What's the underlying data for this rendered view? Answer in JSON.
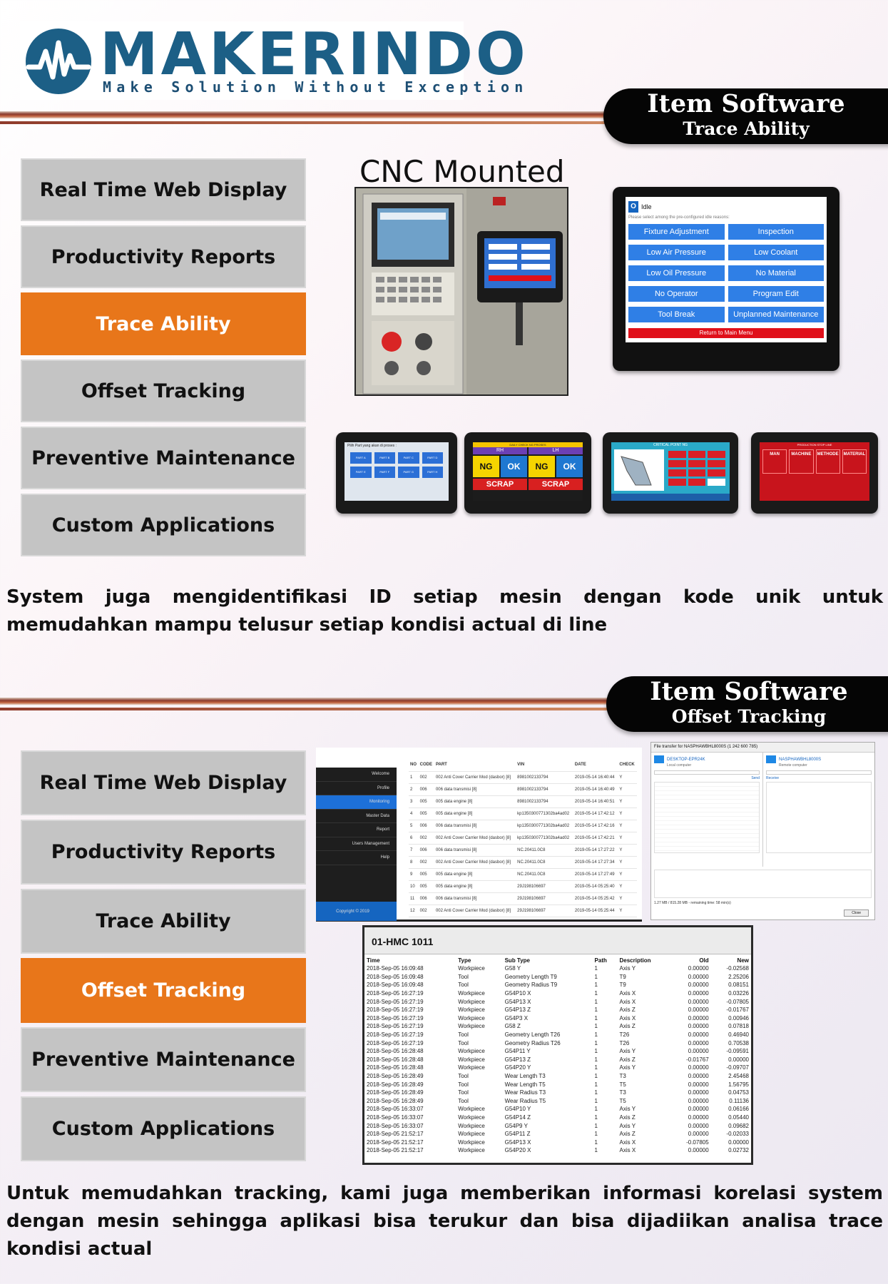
{
  "colors": {
    "accent": "#e8761a",
    "menu_bg": "#c4c4c4",
    "brand": "#1c5f86",
    "pill_bg": "#050505"
  },
  "brand": {
    "name": "MAKERINDO",
    "tagline": "Make Solution Without Exception"
  },
  "section1": {
    "title": "Item Software",
    "subtitle": "Trace Ability",
    "menu": [
      "Real Time Web Display",
      "Productivity Reports",
      "Trace Ability",
      "Offset Tracking",
      "Preventive Maintenance",
      "Custom Applications"
    ],
    "active_index": 2,
    "cnc_label": "CNC Mounted",
    "idle_screen": {
      "status": "Idle",
      "note": "Please select among the pre-configured idle reasons:",
      "buttons": [
        "Fixture Adjustment",
        "Inspection",
        "Low Air Pressure",
        "Low Coolant",
        "Low Oil Pressure",
        "No Material",
        "No Operator",
        "Program Edit",
        "Tool Break",
        "Unplanned Maintenance"
      ],
      "return_label": "Return to Main Menu"
    },
    "tablets": {
      "t1_title": "Pilih Part yang akan di proses :",
      "t1_buttons": [
        "PART A",
        "PART B",
        "PART C",
        "PART D",
        "PART E",
        "PART F",
        "PART G",
        "PART H"
      ],
      "t2_title": "DAILY CHECK NG PROSES",
      "t2_cols": [
        "RH",
        "LH"
      ],
      "t2_labels": [
        "NG",
        "OK",
        "NG",
        "OK",
        "SCRAP",
        "SCRAP"
      ],
      "t3_title": "CRITICAL POINT NG",
      "t4_title": "PRODUCTION STOP LINE",
      "t4_buttons": [
        "MAN",
        "MACHINE",
        "METHODE",
        "MATERIAL"
      ]
    },
    "paragraph": "System juga mengidentifikasi ID setiap mesin dengan kode unik untuk memudahkan mampu telusur setiap kondisi actual di line"
  },
  "section2": {
    "title": "Item Software",
    "subtitle": "Offset Tracking",
    "menu": [
      "Real Time Web Display",
      "Productivity Reports",
      "Trace Ability",
      "Offset Tracking",
      "Preventive Maintenance",
      "Custom Applications"
    ],
    "active_index": 3,
    "monitoring": {
      "side_items": [
        "Welcome",
        "Profile",
        "Monitoring",
        "Master Data",
        "Report",
        "Users Management",
        "Help"
      ],
      "active_side": 2,
      "copyright": "Copyright © 2019",
      "headers": [
        "NO",
        "CODE",
        "PART",
        "VIN",
        "DATE",
        "CHECK"
      ],
      "rows": [
        [
          "1",
          "002",
          "002 Anti Cover Carrier Mod (dasbor) [8]",
          "8981002133794",
          "2019-05-14 16:40:44",
          "Y"
        ],
        [
          "2",
          "006",
          "006 data transmisi [8]",
          "8981002133794",
          "2019-05-14 16:40:49",
          "Y"
        ],
        [
          "3",
          "005",
          "005 data engine [8]",
          "8981002133794",
          "2019-05-14 16:40:51",
          "Y"
        ],
        [
          "4",
          "005",
          "005 data engine [8]",
          "kp1350300771302ba4ad02",
          "2019-05-14 17:42:12",
          "Y"
        ],
        [
          "5",
          "006",
          "006 data transmisi [8]",
          "kp1350300771302ba4ad02",
          "2019-05-14 17:42:16",
          "Y"
        ],
        [
          "6",
          "002",
          "002 Anti Cover Carrier Mod (dasbor) [8]",
          "kp1350300771302ba4ad02",
          "2019-05-14 17:42:21",
          "Y"
        ],
        [
          "7",
          "006",
          "006 data transmisi [8]",
          "NC.20411.0C8",
          "2019-05-14 17:27:22",
          "Y"
        ],
        [
          "8",
          "002",
          "002 Anti Cover Carrier Mod (dasbor) [8]",
          "NC.20411.0C8",
          "2019-05-14 17:27:34",
          "Y"
        ],
        [
          "9",
          "005",
          "005 data engine [8]",
          "NC.20411.0C8",
          "2019-05-14 17:27:49",
          "Y"
        ],
        [
          "10",
          "005",
          "005 data engine [8]",
          "29J198106697",
          "2019-05-14 05:25:40",
          "Y"
        ],
        [
          "11",
          "006",
          "006 data transmisi [8]",
          "29J198106697",
          "2019-05-14 05:25:42",
          "Y"
        ],
        [
          "12",
          "002",
          "002 Anti Cover Carrier Mod (dasbor) [8]",
          "29J198106697",
          "2019-05-14 05:25:44",
          "Y"
        ]
      ]
    },
    "file_transfer": {
      "title": "File transfer for NASPHAWBHL8000S (1 242 600 785)",
      "left_host": "DESKTOP-EPR24K",
      "left_sub": "Local computer",
      "right_host": "NASPHAWBHL8000S",
      "right_sub": "Remote computer",
      "send": "Send",
      "receive": "Receive",
      "status": "1.27 MB / 815.28 MB - remaining time: 58 min(s)",
      "close": "Close"
    },
    "offset": {
      "machine": "01-HMC 1011",
      "headers": [
        "Time",
        "Type",
        "Sub Type",
        "Path",
        "Description",
        "Old",
        "New"
      ],
      "rows": [
        [
          "2018-Sep-05 16:09:48",
          "Workpiece",
          "G58 Y",
          "1",
          "Axis Y",
          "0.00000",
          "-0.02568"
        ],
        [
          "2018-Sep-05 16:09:48",
          "Tool",
          "Geometry Length T9",
          "1",
          "T9",
          "0.00000",
          "2.25206"
        ],
        [
          "2018-Sep-05 16:09:48",
          "Tool",
          "Geometry Radius T9",
          "1",
          "T9",
          "0.00000",
          "0.08151"
        ],
        [
          "2018-Sep-05 16:27:19",
          "Workpiece",
          "G54P10 X",
          "1",
          "Axis X",
          "0.00000",
          "0.03226"
        ],
        [
          "2018-Sep-05 16:27:19",
          "Workpiece",
          "G54P13 X",
          "1",
          "Axis X",
          "0.00000",
          "-0.07805"
        ],
        [
          "2018-Sep-05 16:27:19",
          "Workpiece",
          "G54P13 Z",
          "1",
          "Axis Z",
          "0.00000",
          "-0.01767"
        ],
        [
          "2018-Sep-05 16:27:19",
          "Workpiece",
          "G54P3 X",
          "1",
          "Axis X",
          "0.00000",
          "0.00946"
        ],
        [
          "2018-Sep-05 16:27:19",
          "Workpiece",
          "G58 Z",
          "1",
          "Axis Z",
          "0.00000",
          "0.07818"
        ],
        [
          "2018-Sep-05 16:27:19",
          "Tool",
          "Geometry Length T26",
          "1",
          "T26",
          "0.00000",
          "0.46940"
        ],
        [
          "2018-Sep-05 16:27:19",
          "Tool",
          "Geometry Radius T26",
          "1",
          "T26",
          "0.00000",
          "0.70538"
        ],
        [
          "2018-Sep-05 16:28:48",
          "Workpiece",
          "G54P11 Y",
          "1",
          "Axis Y",
          "0.00000",
          "-0.09591"
        ],
        [
          "2018-Sep-05 16:28:48",
          "Workpiece",
          "G54P13 Z",
          "1",
          "Axis Z",
          "-0.01767",
          "0.00000"
        ],
        [
          "2018-Sep-05 16:28:48",
          "Workpiece",
          "G54P20 Y",
          "1",
          "Axis Y",
          "0.00000",
          "-0.09707"
        ],
        [
          "2018-Sep-05 16:28:49",
          "Tool",
          "Wear Length T3",
          "1",
          "T3",
          "0.00000",
          "2.45468"
        ],
        [
          "2018-Sep-05 16:28:49",
          "Tool",
          "Wear Length T5",
          "1",
          "T5",
          "0.00000",
          "1.56795"
        ],
        [
          "2018-Sep-05 16:28:49",
          "Tool",
          "Wear Radius T3",
          "1",
          "T3",
          "0.00000",
          "0.04753"
        ],
        [
          "2018-Sep-05 16:28:49",
          "Tool",
          "Wear Radius T5",
          "1",
          "T5",
          "0.00000",
          "0.11136"
        ],
        [
          "2018-Sep-05 16:33:07",
          "Workpiece",
          "G54P10 Y",
          "1",
          "Axis Y",
          "0.00000",
          "0.06166"
        ],
        [
          "2018-Sep-05 16:33:07",
          "Workpiece",
          "G54P14 Z",
          "1",
          "Axis Z",
          "0.00000",
          "0.05440"
        ],
        [
          "2018-Sep-05 16:33:07",
          "Workpiece",
          "G54P9 Y",
          "1",
          "Axis Y",
          "0.00000",
          "0.09682"
        ],
        [
          "2018-Sep-05 21:52:17",
          "Workpiece",
          "G54P11 Z",
          "1",
          "Axis Z",
          "0.00000",
          "-0.02033"
        ],
        [
          "2018-Sep-05 21:52:17",
          "Workpiece",
          "G54P13 X",
          "1",
          "Axis X",
          "-0.07805",
          "0.00000"
        ],
        [
          "2018-Sep-05 21:52:17",
          "Workpiece",
          "G54P20 X",
          "1",
          "Axis X",
          "0.00000",
          "0.02732"
        ]
      ]
    },
    "paragraph": "Untuk memudahkan tracking, kami juga memberikan informasi korelasi system dengan mesin sehingga aplikasi bisa terukur dan bisa dijadiikan analisa trace kondisi actual"
  }
}
